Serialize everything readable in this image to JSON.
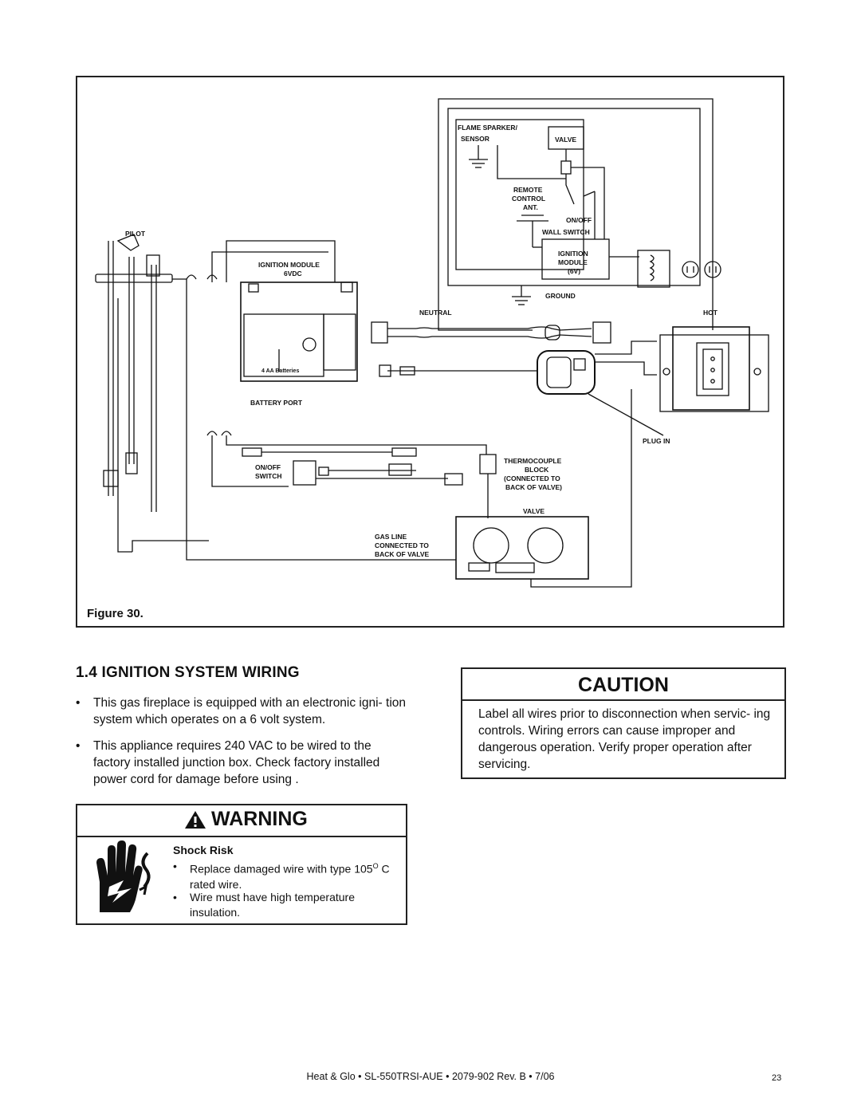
{
  "figure": {
    "caption": "Figure 30.",
    "labels": {
      "flame_sparker": "FLAME SPARKER/",
      "sensor": "SENSOR",
      "valve_top": "VALVE",
      "remote": "REMOTE",
      "control": "CONTROL",
      "ant": "ANT.",
      "onoff": "ON/OFF",
      "wall_switch": "WALL SWITCH",
      "ignition": "IGNITION",
      "module": "MODULE",
      "six_v": "(6V)",
      "ground": "GROUND",
      "neutral": "NEUTRAL",
      "hot": "HOT",
      "pilot": "PILOT",
      "ignition_module": "IGNITION MODULE",
      "six_vdc": "6VDC",
      "batteries": "4  AA  Batteries",
      "battery_port": "BATTERY PORT",
      "plug_in": "PLUG IN",
      "thermocouple": "THERMOCOUPLE",
      "block": "BLOCK",
      "connected_to": "(CONNECTED TO",
      "back_of_valve_paren": "BACK OF VALVE)",
      "switch_onoff": "ON/OFF",
      "switch": "SWITCH",
      "valve": "VALVE",
      "gas_line": "GAS LINE",
      "gas_connected": "CONNECTED TO",
      "gas_back": "BACK OF VALVE"
    }
  },
  "section": {
    "title": "1.4 IGNITION SYSTEM WIRING",
    "bullets": [
      "This gas fireplace is equipped with an electronic igni- tion system which operates on a 6 volt system.",
      "This appliance requires 240 VAC to be wired to the factory installed junction box. Check factory installed power cord for damage before using ."
    ]
  },
  "caution": {
    "title": "CAUTION",
    "body": "Label all wires prior to disconnection when servic- ing controls. Wiring errors can cause improper and dangerous operation. Verify proper operation after servicing."
  },
  "warning": {
    "title": "WARNING",
    "icon": "shock-hand-icon",
    "subtitle": "Shock Risk",
    "bullet1_pre": "Replace damaged wire with type 105",
    "bullet1_sup": "O",
    "bullet1_post": " C rated wire.",
    "bullet2": "Wire must have high temperature insulation."
  },
  "footer": {
    "text": "Heat & Glo  •  SL-550TRSI-AUE  •  2079-902  Rev. B  •  7/06",
    "page": "23"
  }
}
